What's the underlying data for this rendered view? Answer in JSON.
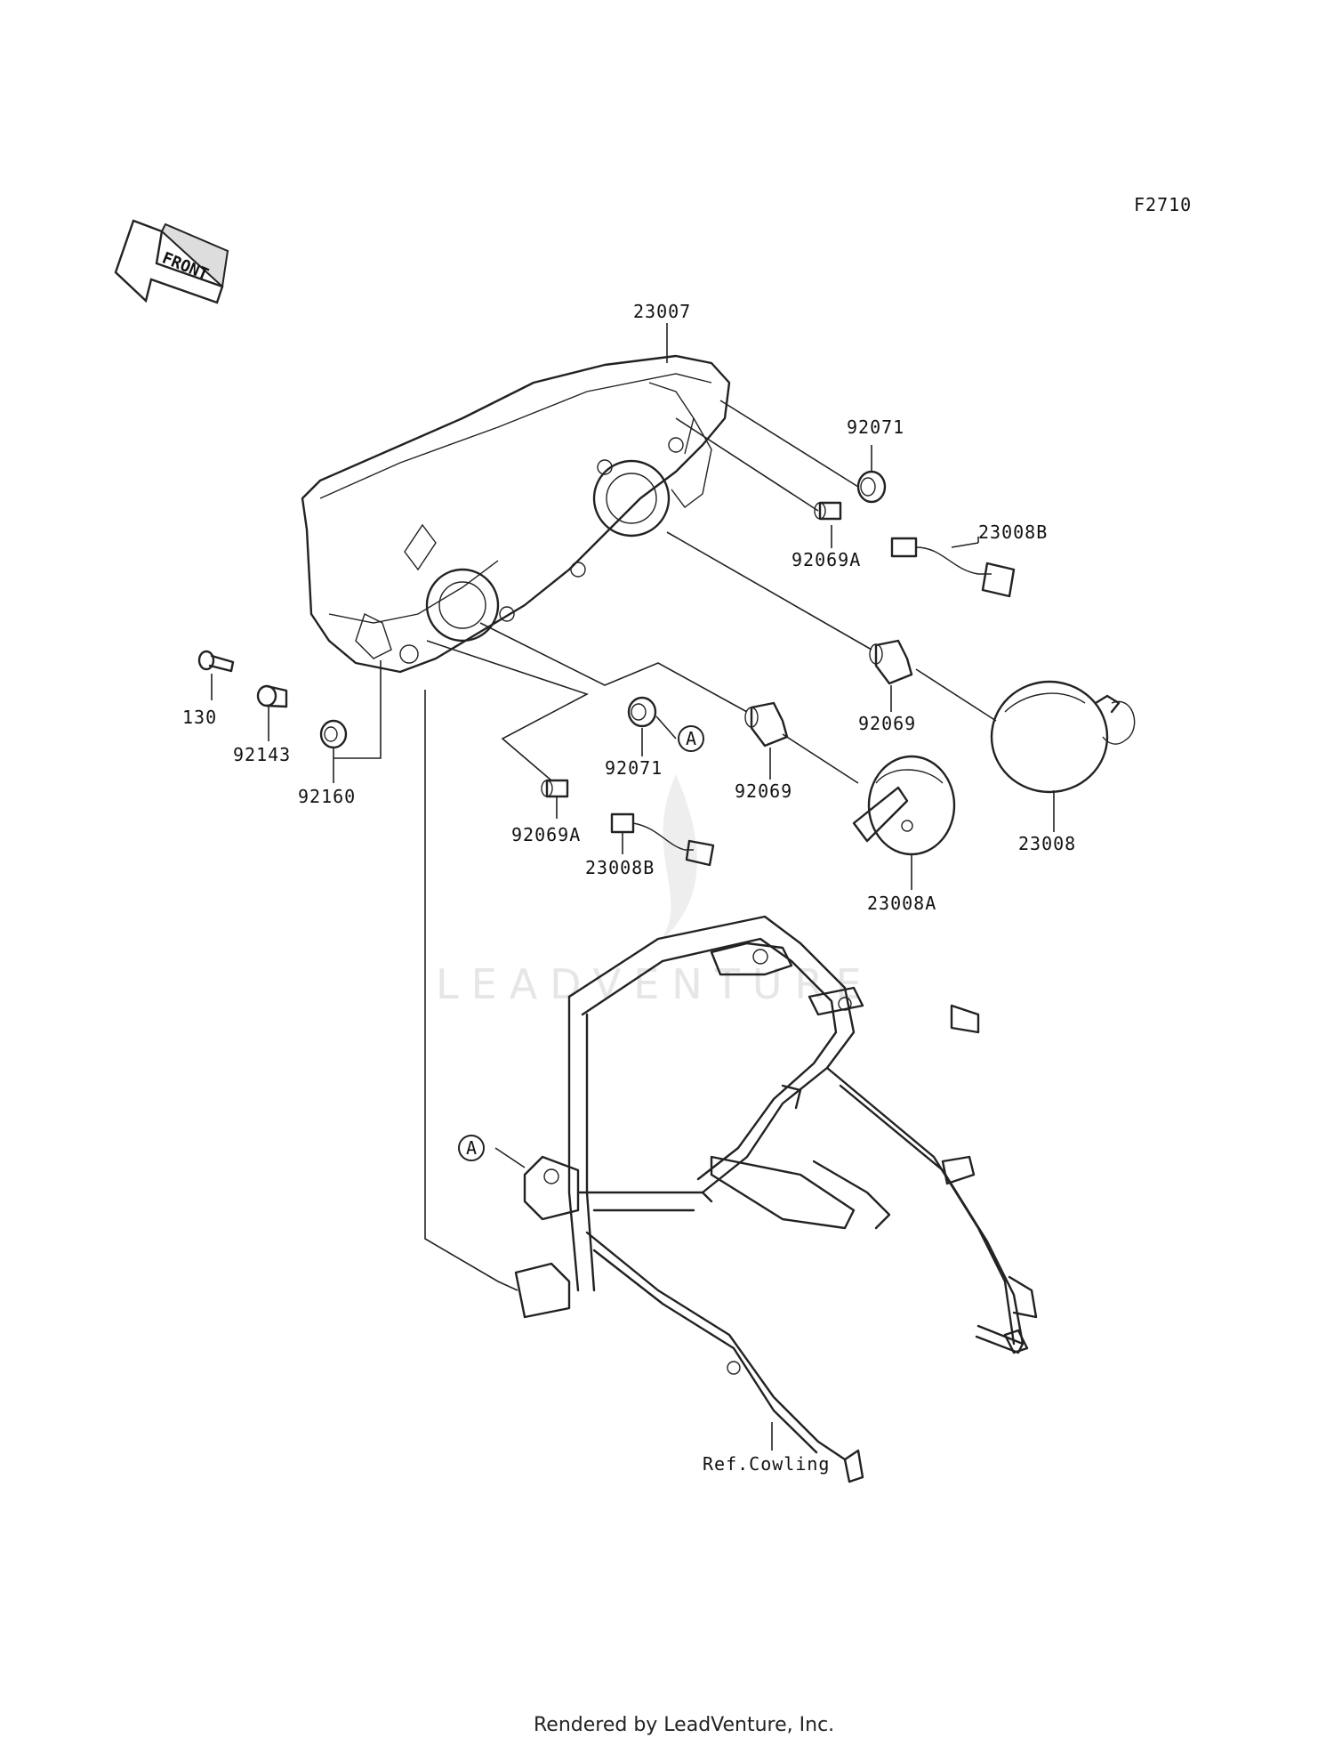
{
  "figure_code": "F2710",
  "front_arrow": {
    "text": "FRONT"
  },
  "watermark": "LEADVENTURE",
  "credit": "Rendered by LeadVenture, Inc.",
  "callouts": {
    "headlight_assy": "23007",
    "grommet_top": "92071",
    "bulb_a_top": "92069A",
    "socket_b_top": "23008B",
    "bulb_h4_right": "92069",
    "bulb_h4_left": "92069",
    "cap_right": "23008",
    "cap_left": "23008A",
    "grommet_mid": "92071",
    "bulb_a_bottom": "92069A",
    "socket_b_bottom": "23008B",
    "bolt": "130",
    "collar": "92143",
    "damper": "92160",
    "stay_ref": "Ref.Cowling"
  },
  "ref_marks": {
    "a_top": "A",
    "a_bottom": "A"
  }
}
